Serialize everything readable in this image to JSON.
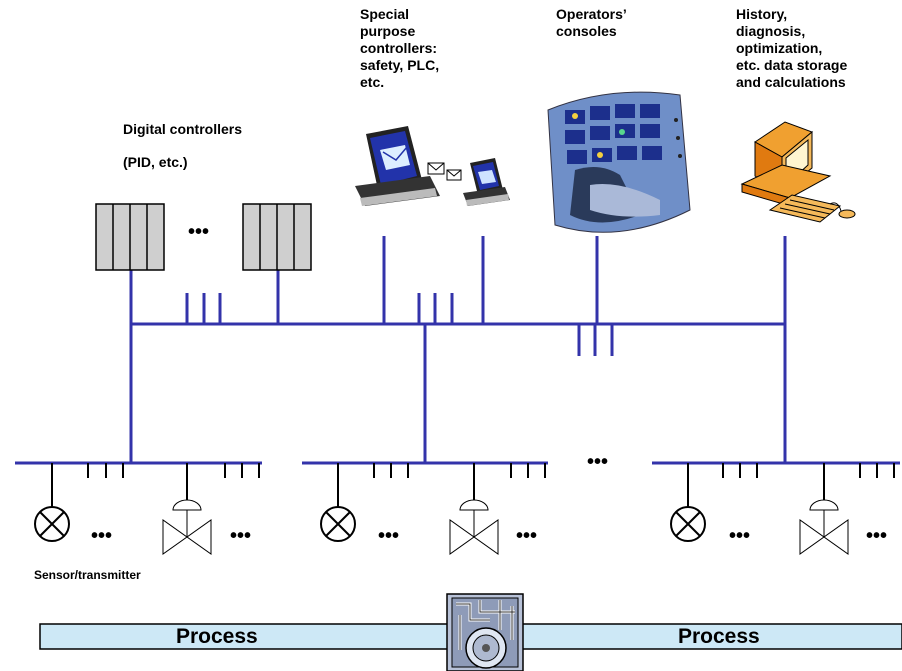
{
  "labels": {
    "digital_controllers_line1": "Digital controllers",
    "digital_controllers_line2": "(PID, etc.)",
    "special_purpose": "Special\npurpose\ncontrollers:\nsafety, PLC,\netc.",
    "operators": "Operators’\nconsoles",
    "history": "History,\ndiagnosis,\noptimization,\netc. data storage\nand calculations",
    "sensor_transmitter": "Sensor/transmitter",
    "process_left": "Process",
    "process_right": "Process"
  },
  "ellipsis": "•••",
  "colors": {
    "bus": "#3333aa",
    "drop": "#000000",
    "controller_fill": "#cfcfcf",
    "process_fill": "#cde8f6"
  },
  "icons": {
    "controller": "controller-rack-icon",
    "workstation": "workstation-icon",
    "console": "operator-console-icon",
    "pc": "pc-computer-icon",
    "sensor": "sensor-transmitter-icon",
    "valve": "control-valve-icon",
    "plant": "process-plant-icon"
  }
}
